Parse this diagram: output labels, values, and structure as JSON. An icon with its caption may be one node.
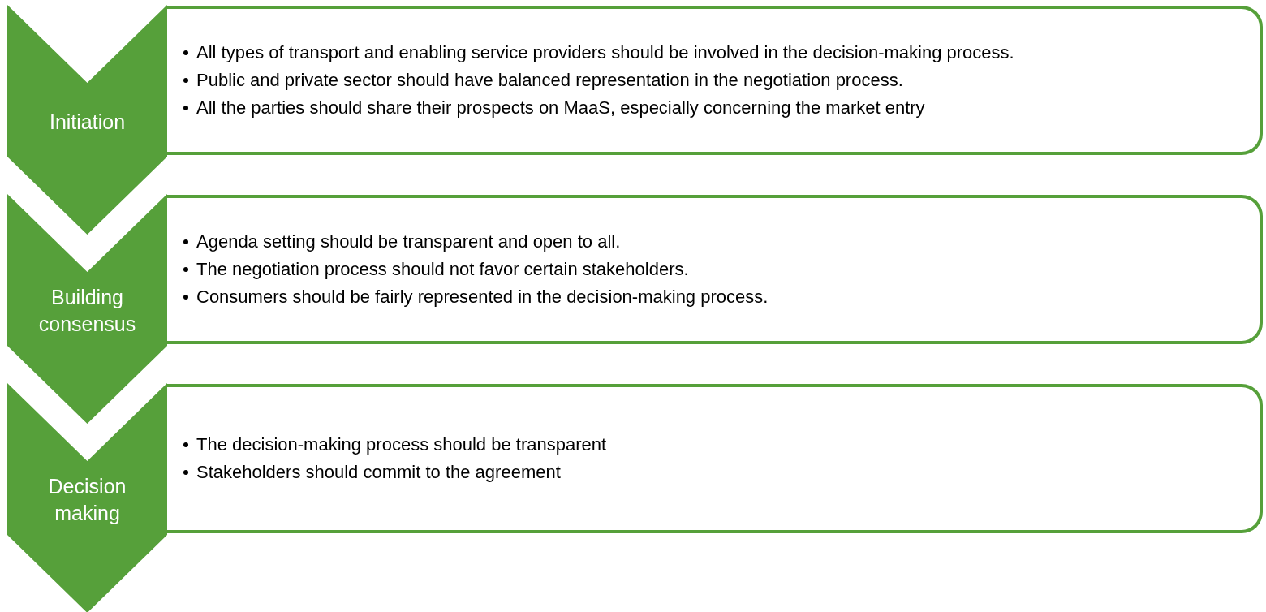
{
  "diagram": {
    "nodes": [
      {
        "text": [
          "Initiation"
        ]
      },
      {
        "text": [
          "All types of transport and enabling service providers should be involved in the decision-making process.",
          "Public and private sector should have balanced representation in the negotiation process.",
          "All the parties should share their prospects on MaaS, especially concerning the market entry"
        ]
      },
      {
        "text": [
          "Building consensus"
        ]
      },
      {
        "text": [
          "Agenda setting should be transparent and open to all.",
          "The negotiation process should not favor certain stakeholders.",
          "Consumers should be fairly represented in the decision-making process."
        ]
      },
      {
        "text": [
          "Decision making"
        ]
      },
      {
        "text": [
          "The decision-making process should be transparent",
          "Stakeholders should commit to the agreement"
        ]
      }
    ]
  }
}
